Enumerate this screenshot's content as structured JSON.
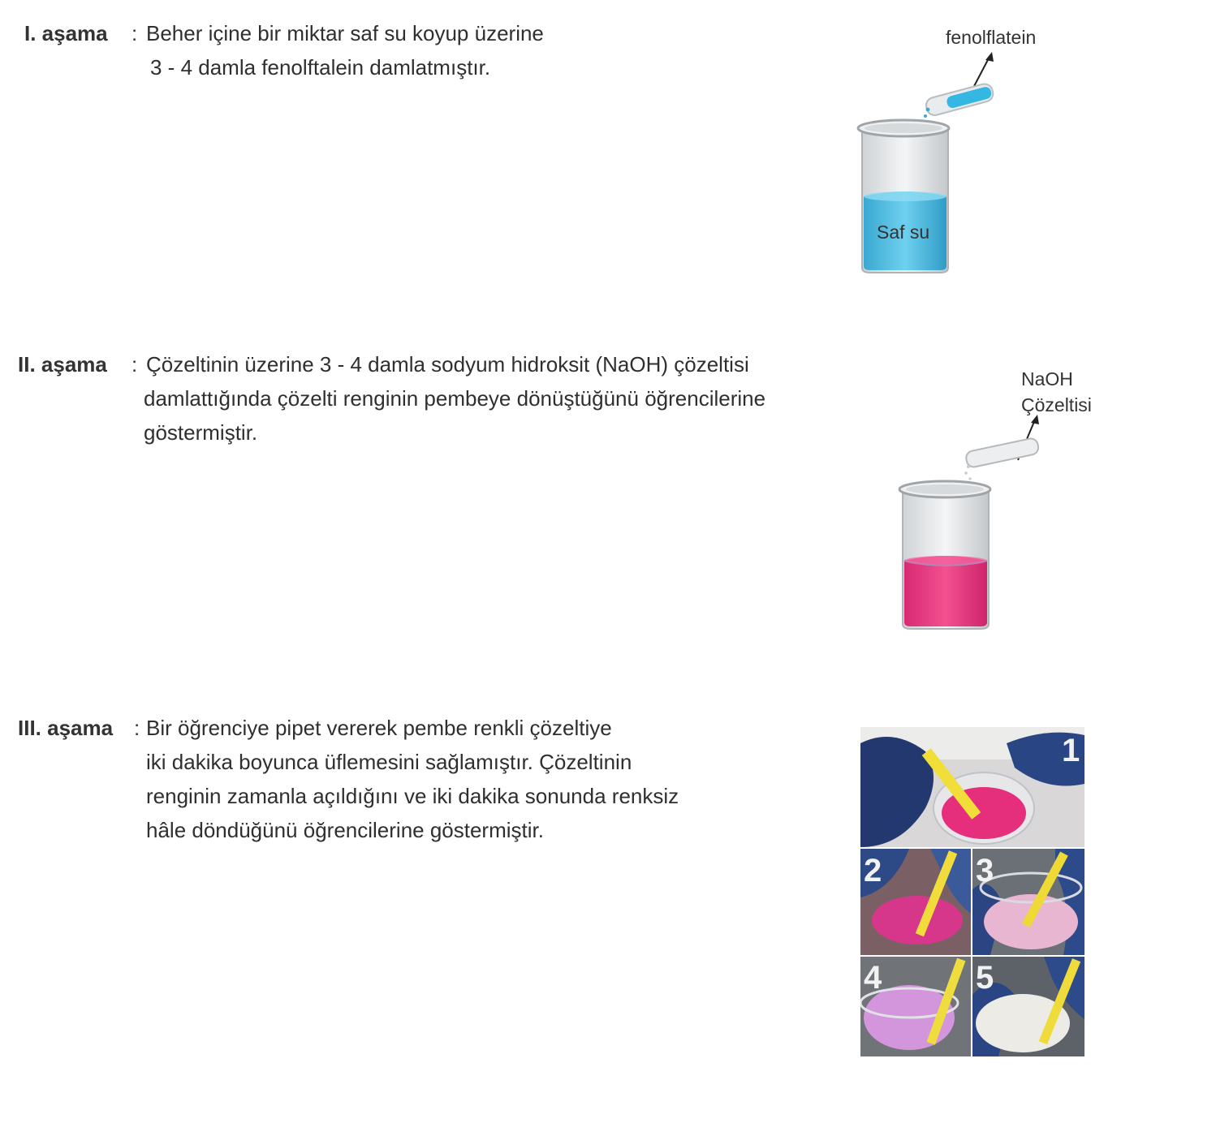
{
  "stages": [
    {
      "title": "I. aşama",
      "colon": ":",
      "lines": [
        "Beher içine bir miktar saf su koyup üzerine",
        "3 - 4 damla fenolftalein damlatmıştır."
      ],
      "figure": {
        "label": "fenolflatein",
        "beaker_label": "Saf su",
        "liquid_color": "#5bc4e6"
      }
    },
    {
      "title": "II. aşama",
      "colon": ":",
      "lines": [
        "Çözeltinin üzerine 3 - 4 damla sodyum hidroksit (NaOH) çözeltisi",
        "damlattığında çözelti renginin pembeye dönüştüğünü öğrencilerine",
        "göstermiştir."
      ],
      "figure": {
        "label_line1": "NaOH",
        "label_line2": "Çözeltisi",
        "liquid_color": "#ec3a86"
      }
    },
    {
      "title": "III. aşama",
      "colon": ":",
      "lines": [
        "Bir öğrenciye pipet vererek pembe renkli çözeltiye",
        "iki dakika boyunca üflemesini sağlamıştır. Çözeltinin",
        "renginin zamanla açıldığını ve iki dakika sonunda renksiz",
        "hâle döndüğünü öğrencilerine göstermiştir."
      ],
      "photos": [
        "1",
        "2",
        "3",
        "4",
        "5"
      ]
    }
  ]
}
